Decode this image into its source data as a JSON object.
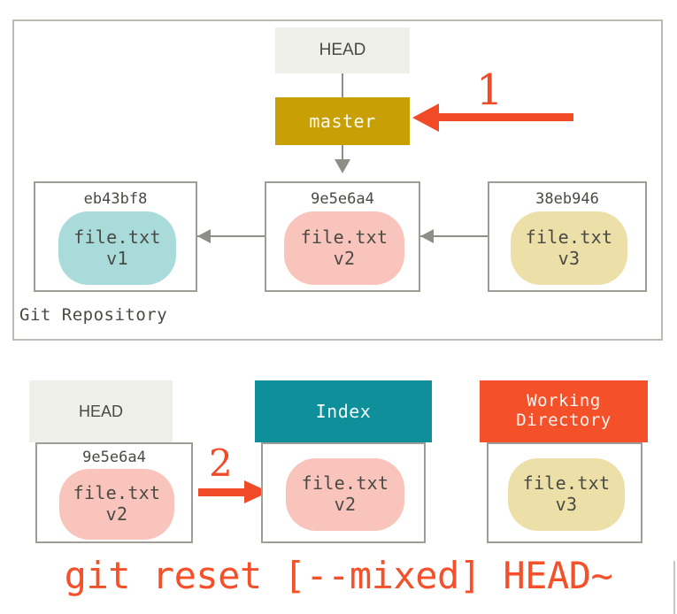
{
  "repository": {
    "label": "Git Repository",
    "head_ref": "HEAD",
    "branch_ref": "master",
    "commits": [
      {
        "hash": "eb43bf8",
        "file": "file.txt",
        "version": "v1",
        "color": "#a9dbdb"
      },
      {
        "hash": "9e5e6a4",
        "file": "file.txt",
        "version": "v2",
        "color": "#f8c4bb"
      },
      {
        "hash": "38eb946",
        "file": "file.txt",
        "version": "v3",
        "color": "#ecdfa8"
      }
    ]
  },
  "annotations": {
    "step_one": "1",
    "step_two": "2"
  },
  "areas": {
    "head": {
      "title": "HEAD",
      "hash": "9e5e6a4",
      "file": "file.txt",
      "version": "v2",
      "header_color": "#eff0ea",
      "blob_color": "#f8c4bb"
    },
    "index": {
      "title": "Index",
      "file": "file.txt",
      "version": "v2",
      "header_color": "#0e8f99",
      "blob_color": "#f8c4bb"
    },
    "working_directory": {
      "title_line1": "Working",
      "title_line2": "Directory",
      "file": "file.txt",
      "version": "v3",
      "header_color": "#f4502a",
      "blob_color": "#ecdfa8"
    }
  },
  "command": "git reset [--mixed] HEAD~",
  "colors": {
    "accent_red": "#f04a27",
    "command_red": "#f4502a",
    "branch_gold": "#c8a005",
    "index_teal": "#0e8f99",
    "connector_gray": "#8f8e86",
    "border_gray": "#9e9d95",
    "frame_gray": "#bdbcb4"
  }
}
